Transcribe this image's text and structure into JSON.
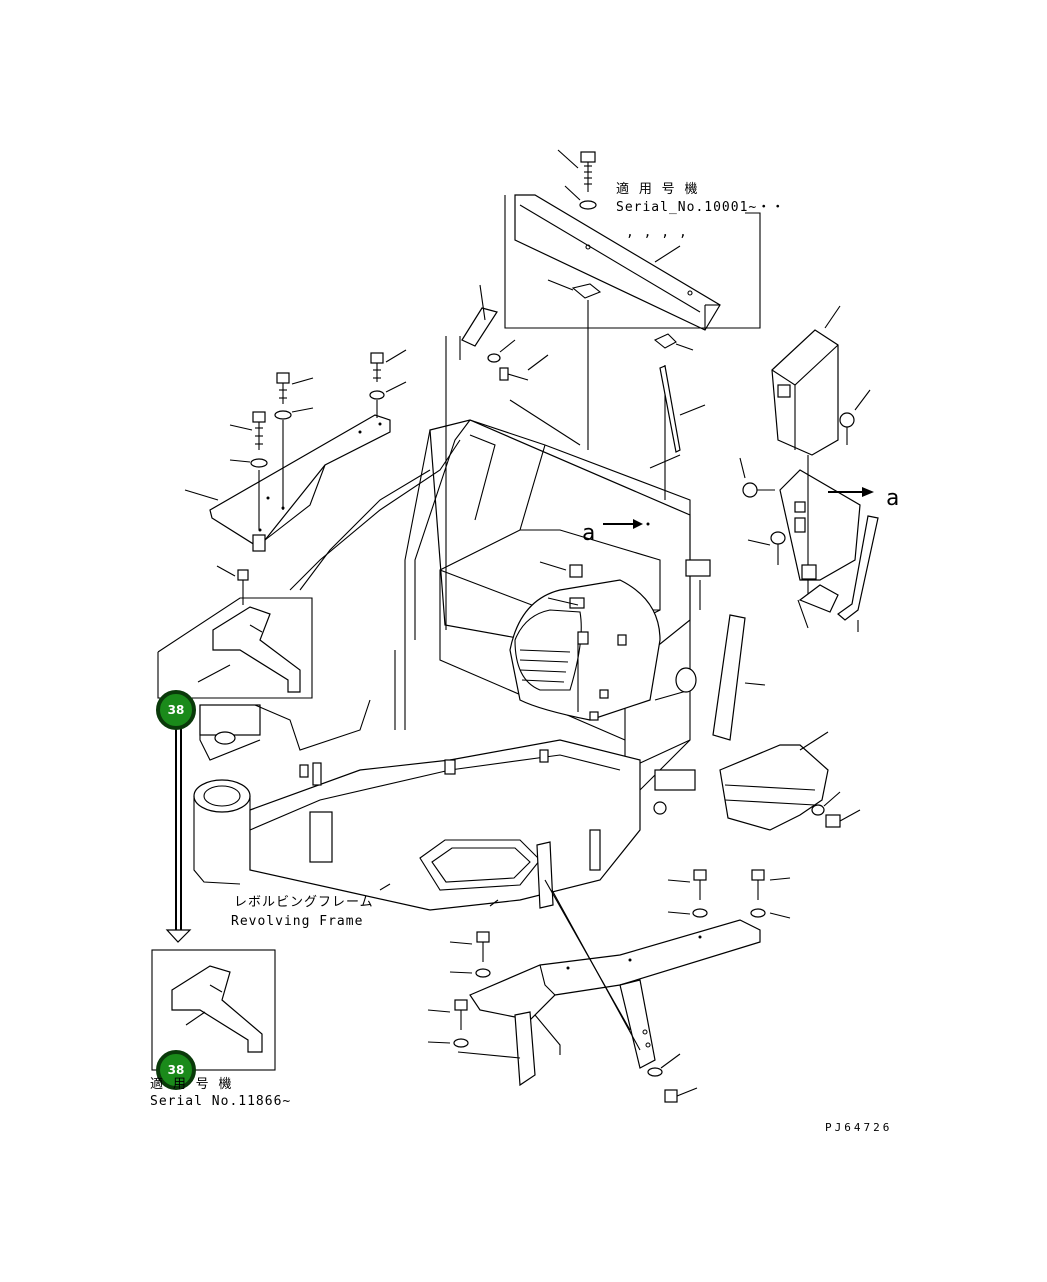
{
  "labels": {
    "serial_top_jp": "適 用 号 機",
    "serial_top": "Serial_No.10001~・・",
    "serial_top_marks": ",   ,   ,   ,",
    "frame_jp": "レボルビングフレーム",
    "frame_en": "Revolving Frame",
    "arrow_a_center": "a",
    "arrow_a_right": "a",
    "serial_bottom_jp": "適 用 号 機",
    "serial_bottom": "Serial No.11866~",
    "drawing_code": "PJ64726"
  },
  "callouts": [
    {
      "id": "badge-upper",
      "text": "38"
    },
    {
      "id": "badge-lower",
      "text": "38"
    }
  ],
  "colors": {
    "line": "#000000",
    "badge_fill": "#1a8a1a",
    "badge_ring": "#0a3a0a",
    "badge_text": "#ffffff"
  }
}
